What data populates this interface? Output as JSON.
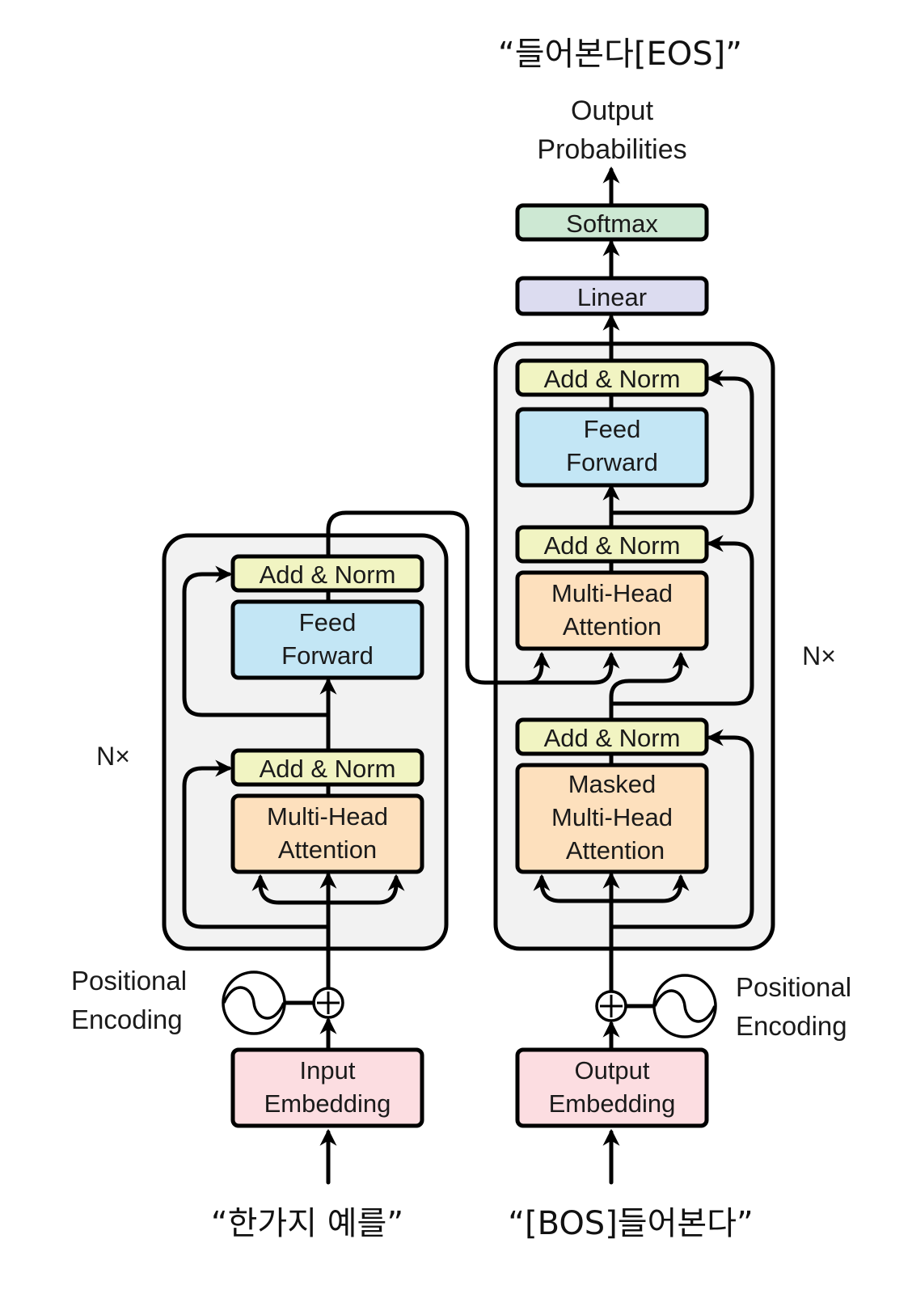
{
  "colors": {
    "add_norm": "#f1f4c2",
    "feed_forward": "#c3e6f5",
    "attention": "#fde0bd",
    "embedding": "#fcdde1",
    "linear": "#dcdcf0",
    "softmax": "#cde8d3",
    "stack_bg": "#f2f2f2"
  },
  "top": {
    "predicted_tokens": "“들어본다[EOS]”",
    "output_probabilities_line1": "Output",
    "output_probabilities_line2": "Probabilities"
  },
  "decoder_head": {
    "softmax": "Softmax",
    "linear": "Linear"
  },
  "encoder": {
    "repeat_label": "N×",
    "add_norm_top": "Add & Norm",
    "feed_forward_line1": "Feed",
    "feed_forward_line2": "Forward",
    "add_norm_bottom": "Add & Norm",
    "attention_line1": "Multi-Head",
    "attention_line2": "Attention",
    "positional_encoding_line1": "Positional",
    "positional_encoding_line2": "Encoding",
    "embedding_line1": "Input",
    "embedding_line2": "Embedding",
    "input_tokens": "“한가지 예를”"
  },
  "decoder": {
    "repeat_label": "N×",
    "add_norm_top": "Add & Norm",
    "feed_forward_line1": "Feed",
    "feed_forward_line2": "Forward",
    "add_norm_middle": "Add & Norm",
    "cross_attention_line1": "Multi-Head",
    "cross_attention_line2": "Attention",
    "add_norm_bottom": "Add & Norm",
    "masked_attention_line1": "Masked",
    "masked_attention_line2": "Multi-Head",
    "masked_attention_line3": "Attention",
    "positional_encoding_line1": "Positional",
    "positional_encoding_line2": "Encoding",
    "embedding_line1": "Output",
    "embedding_line2": "Embedding",
    "input_tokens": "“[BOS]들어본다”"
  }
}
